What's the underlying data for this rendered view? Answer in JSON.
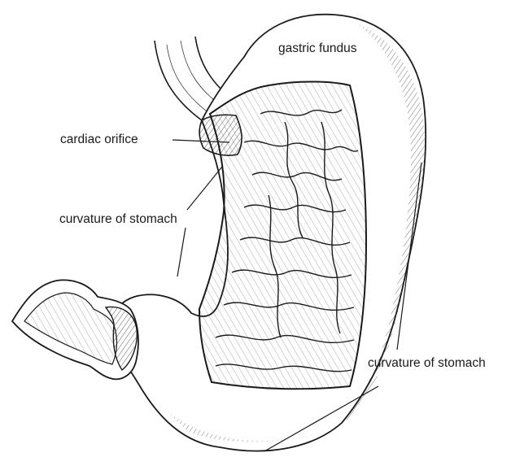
{
  "labels": {
    "gastric_fundus": "gastric fundus",
    "cardiac_orifice": "cardiac orifice",
    "curvature_left": "curvature of stomach",
    "curvature_right": "curvature of stomach"
  },
  "colors": {
    "ink": "#1a1a1a",
    "paper": "#ffffff"
  }
}
